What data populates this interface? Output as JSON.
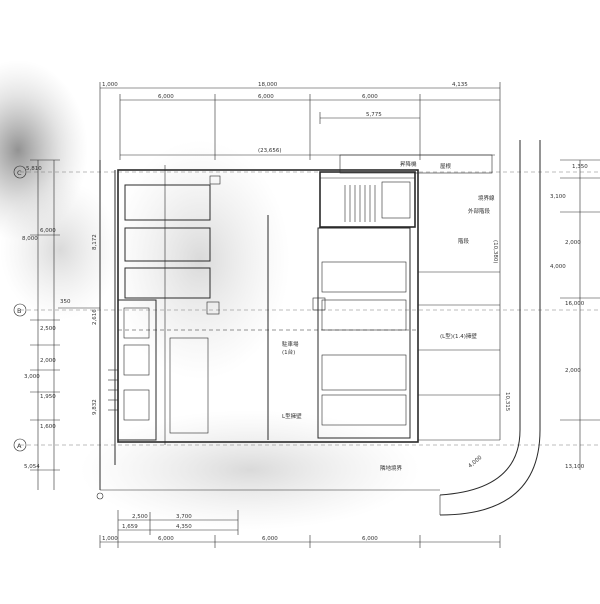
{
  "plan": {
    "dims": {
      "top_left": "1,000",
      "top_total": "18,000",
      "top_right_edge": "4,135",
      "top_a": "6,000",
      "top_b": "6,000",
      "top_c": "6,000",
      "top_sub": "5,775",
      "inner_width": "(23,656)",
      "bot_a": "2,500",
      "bot_b": "3,700",
      "bot_c": "1,659",
      "bot_d": "4,350",
      "bot_left": "1,000",
      "bot_e": "6,000",
      "bot_f": "6,000",
      "bot_g": "6,000",
      "left_1": "5,810",
      "left_2": "6,000",
      "left_3": "8,000",
      "left_4": "2,500",
      "left_5": "2,000",
      "left_6": "1,950",
      "left_7": "1,600",
      "left_8": "5,054",
      "left_9": "3,000",
      "left_10": "350",
      "inner_v1": "8,172",
      "inner_v2": "2,616",
      "inner_v3": "9,832",
      "right_1": "1,350",
      "right_2": "3,100",
      "right_3": "2,000",
      "right_4": "4,000",
      "right_5": "16,000",
      "right_6": "2,000",
      "right_7": "13,100",
      "right_8": "(10,380)",
      "right_9": "10,315",
      "curb": "4,000"
    },
    "grid_labels": {
      "c": "C",
      "b": "B",
      "a": "A"
    },
    "notes": {
      "n1": "昇降機",
      "n2": "外部階段",
      "n3": "階段",
      "n4": "屋根",
      "n5": "駐車場",
      "n6": "(1台)",
      "n7": "L型擁壁",
      "n8": "隣地境界",
      "n9": "境界線",
      "n10": "(L型)(1.4)擁壁"
    }
  }
}
